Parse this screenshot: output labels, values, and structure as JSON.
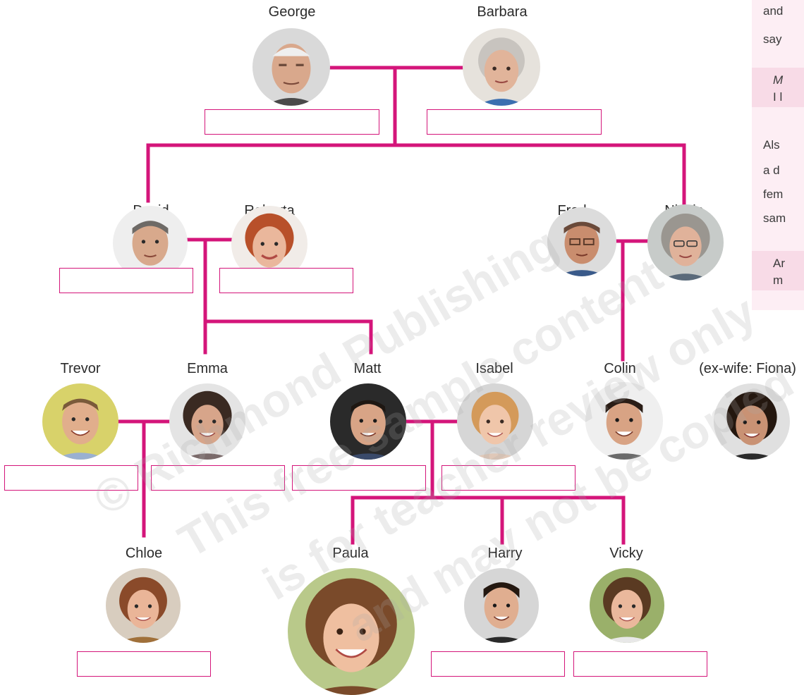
{
  "colors": {
    "line": "#d4157a",
    "box_border": "#d4157a",
    "side_panel": "#fdeef4"
  },
  "people": {
    "george": "George",
    "barbara": "Barbara",
    "david": "David",
    "roberta": "Roberta",
    "fred": "Fred",
    "nicole": "Nicole",
    "trevor": "Trevor",
    "emma": "Emma",
    "matt": "Matt",
    "isabel": "Isabel",
    "colin": "Colin",
    "fiona": "(ex-wife: Fiona)",
    "chloe": "Chloe",
    "paula": "Paula",
    "harry": "Harry",
    "vicky": "Vicky"
  },
  "side_text": {
    "line1": "and",
    "line2": "say",
    "quote1": "M",
    "quote2": "I l",
    "line3": "Als",
    "line4": "a d",
    "line5": "fem",
    "line6": "sam",
    "quote3": "Ar",
    "quote4": "m"
  },
  "watermark": {
    "line1": "© Richmond Publishing",
    "line2": "This free sample content",
    "line3": "is for teacher review only",
    "line4": "and may not be copied"
  }
}
